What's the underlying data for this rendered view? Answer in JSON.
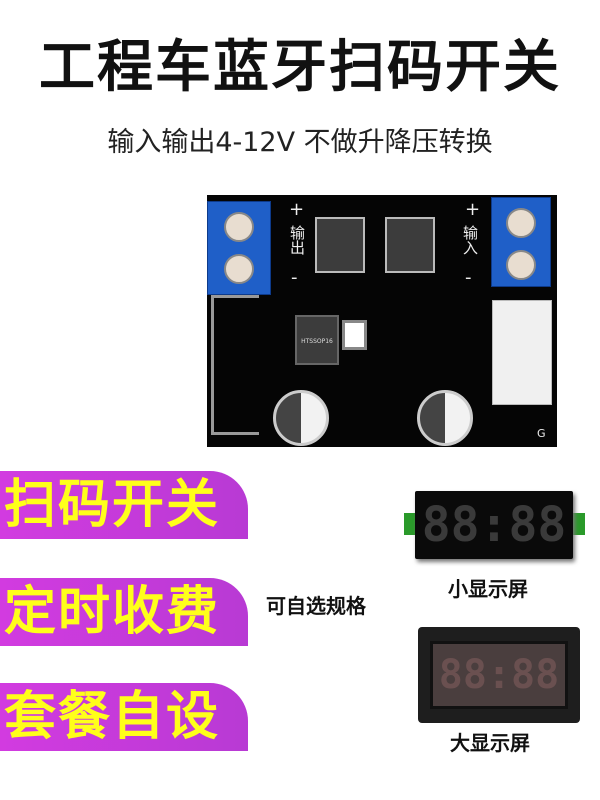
{
  "header": {
    "title": "工程车蓝牙扫码开关",
    "subtitle": "输入输出4-12V 不做升降压转换"
  },
  "features": [
    {
      "label": "扫码开关"
    },
    {
      "label": "定时收费"
    },
    {
      "label": "套餐自设"
    }
  ],
  "spec": {
    "label": "可自选规格",
    "options": [
      {
        "label": "小显示屏",
        "digits": "88:88"
      },
      {
        "label": "大显示屏",
        "digits": "88:88"
      }
    ]
  },
  "pcb": {
    "output_label": "输出",
    "input_label": "输入",
    "plus": "+",
    "minus": "-",
    "chip_label": "HTSSOP16",
    "pin_label": "G"
  },
  "colors": {
    "banner": "#c83ad8",
    "banner_text": "#ffff1a",
    "terminal": "#1f5fc8"
  }
}
